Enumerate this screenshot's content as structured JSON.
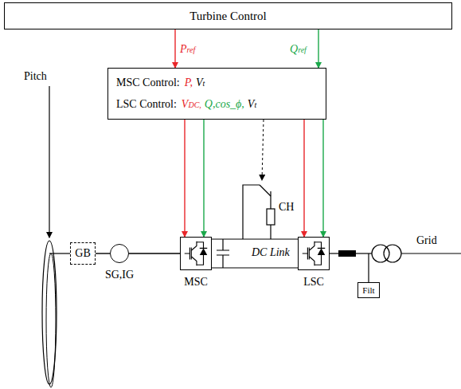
{
  "diagram": {
    "nodes": [
      {
        "text": [
          "Turbine Control"
        ]
      },
      {
        "text": [
          "MSC Control:",
          "P,",
          "Vt",
          "LSC Control:",
          "VDC,",
          "Q,cos_ϕ,",
          "Vt"
        ]
      },
      {
        "text": [
          "GB"
        ]
      },
      {
        "text": [
          "SG,IG"
        ]
      },
      {
        "text": [
          "MSC"
        ]
      },
      {
        "text": [
          "LSC"
        ]
      },
      {
        "text": [
          "Filt"
        ]
      }
    ],
    "edges": [
      {
        "from": 0,
        "to": 1,
        "arrow": "to",
        "label": "Pref"
      },
      {
        "from": 0,
        "to": 1,
        "arrow": "to",
        "label": "Qref"
      },
      {
        "from": 1,
        "to": 4,
        "arrow": "to"
      },
      {
        "from": 1,
        "to": 4,
        "arrow": "to"
      },
      {
        "from": 1,
        "to": 5,
        "arrow": "to"
      },
      {
        "from": 1,
        "to": 5,
        "arrow": "to"
      },
      {
        "from": 2,
        "to": 3,
        "arrow": "none"
      },
      {
        "from": 3,
        "to": 4,
        "arrow": "none"
      }
    ],
    "labels": [
      "Pitch",
      "CH",
      "DC Link",
      "Grid"
    ]
  }
}
